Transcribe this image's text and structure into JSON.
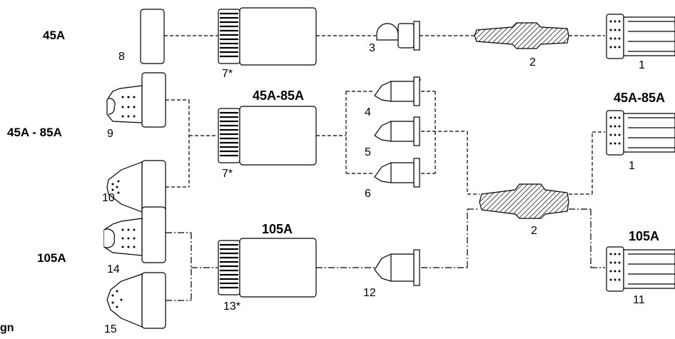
{
  "rows": {
    "r1": "45A",
    "r2": "45A - 85A",
    "r3": "105A"
  },
  "headings": {
    "body_45_85": "45A-85A",
    "body_105": "105A",
    "swirl_45_85": "45A-85A",
    "swirl_105": "105A"
  },
  "parts": {
    "p1a": "1",
    "p1b": "1",
    "p2a": "2",
    "p2b": "2",
    "p3": "3",
    "p4": "4",
    "p5": "5",
    "p6": "6",
    "p7a": "7*",
    "p7b": "7*",
    "p8": "8",
    "p9": "9",
    "p10": "10",
    "p11": "11",
    "p12": "12",
    "p13": "13*",
    "p14": "14",
    "p15": "15"
  },
  "corner_text": "gn",
  "colors": {
    "ink": "#000000",
    "hatch": "#1a1a1a",
    "background": "#ffffff"
  }
}
